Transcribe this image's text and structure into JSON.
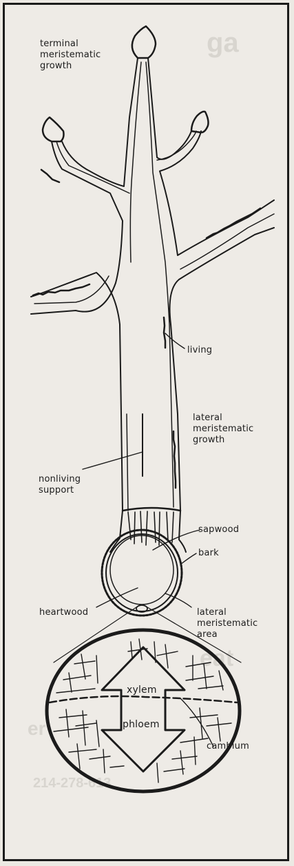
{
  "diagram": {
    "labels": {
      "terminal": "terminal\nmeristematic\ngrowth",
      "living": "living",
      "lateral_growth": "lateral\nmeristematic\ngrowth",
      "nonliving": "nonliving\nsupport",
      "sapwood": "sapwood",
      "bark": "bark",
      "heartwood": "heartwood",
      "lateral_area": "lateral\nmeristematic\narea",
      "xylem": "xylem",
      "phloem": "phloem",
      "cambium": "cambium"
    }
  },
  "colors": {
    "ink": "#1b1b1b",
    "paper": "#eeebe6"
  }
}
